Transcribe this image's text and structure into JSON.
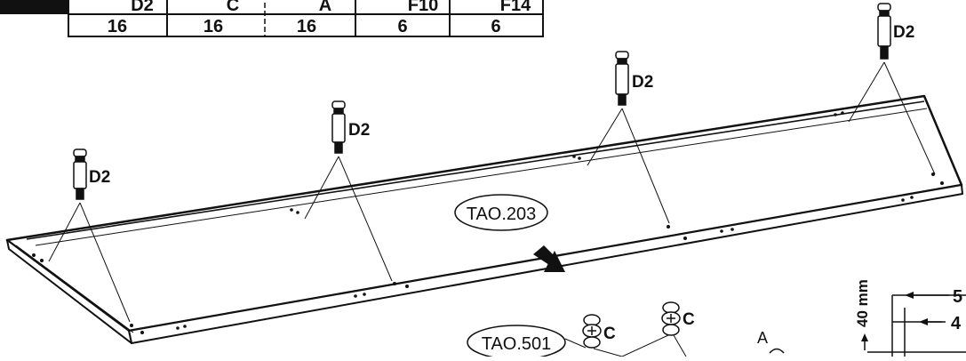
{
  "parts_table": {
    "headers": [
      "D2",
      "C",
      "A",
      "F10",
      "F14"
    ],
    "quantities": [
      "16",
      "16",
      "16",
      "6",
      "6"
    ]
  },
  "labels": {
    "dowel": "D2",
    "cam": "C",
    "pin": "A",
    "panel_ref": "TAO.203",
    "cam_panel_ref": "TAO.501"
  },
  "measurement": {
    "distance": "40 mm",
    "mark_upper": "5",
    "mark_lower": "4"
  }
}
